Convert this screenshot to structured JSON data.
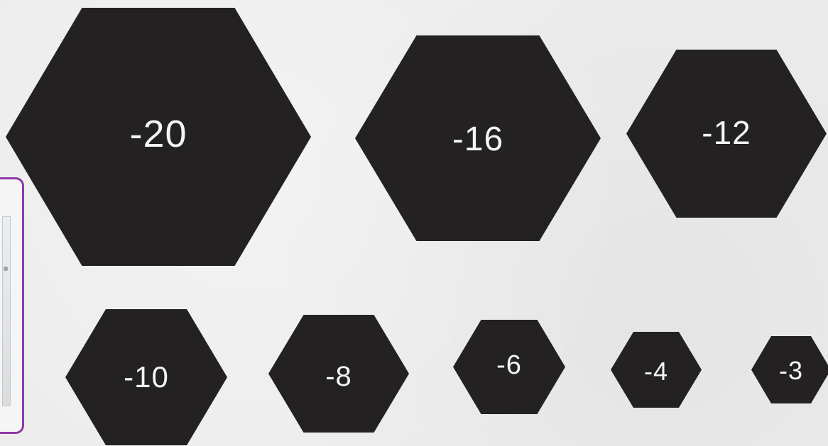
{
  "hexagons": {
    "h1": "-20",
    "h2": "-16",
    "h3": "-12",
    "h4": "-10",
    "h5": "-8",
    "h6": "-6",
    "h7": "-4",
    "h8": "-3"
  },
  "colors": {
    "hexagon_fill": "#232122",
    "label": "#f5f5f5",
    "background": "#ececec",
    "frame_accent": "#8e3aa6"
  }
}
